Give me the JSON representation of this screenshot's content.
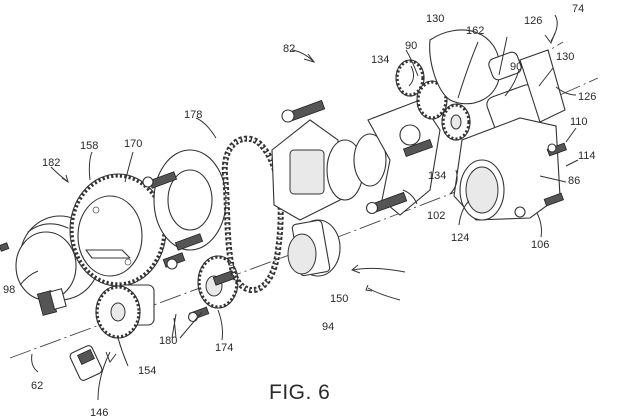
{
  "figure": {
    "title": "FIG. 6",
    "description": "Exploded view of engine timing drive assembly (patent drawing)"
  },
  "colors": {
    "line": "#333333",
    "background": "#ffffff"
  },
  "reference_numerals": {
    "n74": "74",
    "n82": "82",
    "n86": "86",
    "n90a": "90",
    "n90b": "90",
    "n94": "94",
    "n98": "98",
    "n102": "102",
    "n106": "106",
    "n110": "110",
    "n114": "114",
    "n124": "124",
    "n126a": "126",
    "n126b": "126",
    "n130a": "130",
    "n130b": "130",
    "n134a": "134",
    "n134b": "134",
    "n146": "146",
    "n150": "150",
    "n154": "154",
    "n158": "158",
    "n162": "162",
    "n170": "170",
    "n174": "174",
    "n178": "178",
    "n180": "180",
    "n182": "182",
    "n62": "62"
  }
}
